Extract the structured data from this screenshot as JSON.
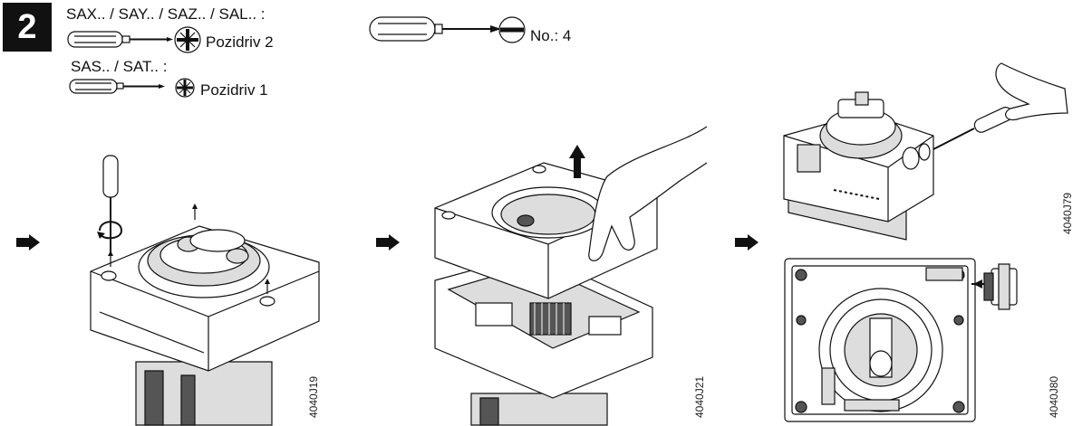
{
  "step": {
    "number": "2"
  },
  "tools": {
    "line1_models": "SAX.. / SAY.. / SAZ.. / SAL.. :",
    "line1_bit": "Pozidriv 2",
    "line2_models": "SAS.. / SAT.. :",
    "line2_bit": "Pozidriv 1",
    "flat_bit": "No.: 4"
  },
  "figures": {
    "fig1_code": "4040J19",
    "fig2_code": "4040J21",
    "fig3_code": "4040J79",
    "fig4_code": "4040J80"
  },
  "icons": [
    "step-arrow-icon",
    "screwdriver-icon",
    "pozidriv-icon",
    "flat-slot-icon",
    "rotate-arrow-icon",
    "lift-arrow-icon"
  ],
  "colors": {
    "ink": "#111111",
    "badge": "#111111",
    "paper": "#ffffff"
  }
}
